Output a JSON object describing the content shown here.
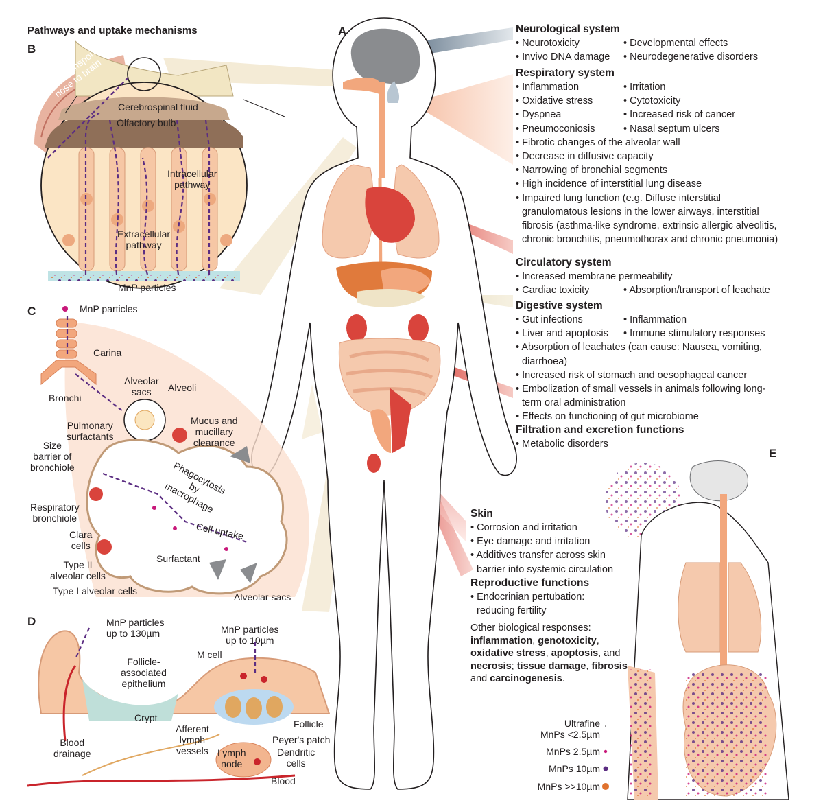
{
  "title": "Pathways and uptake mechanisms",
  "panels": {
    "a": "A",
    "b": "B",
    "c": "C",
    "d": "D",
    "e": "E"
  },
  "panel_b": {
    "nose_transport": [
      "MnP transport",
      "nose to brain"
    ],
    "csf": "Cerebrospinal fluid",
    "olfactory": "Olfactory bulb",
    "intracellular": [
      "Intracellular",
      "pathway"
    ],
    "extracellular": [
      "Extracellular",
      "pathway"
    ],
    "particles": "MnP particles"
  },
  "panel_c": {
    "particles": "MnP particles",
    "carina": "Carina",
    "bronchi": "Bronchi",
    "alveolar_sacs_top": [
      "Alveolar",
      "sacs"
    ],
    "alveoli": "Alveoli",
    "pulmonary": [
      "Pulmonary",
      "surfactants"
    ],
    "mucus": [
      "Mucus and",
      "mucillary",
      "clearance"
    ],
    "size_barrier": [
      "Size",
      "barrier of",
      "bronchiole"
    ],
    "phagocytosis": [
      "Phagocytosis",
      "by",
      "macrophage"
    ],
    "respiratory": [
      "Respiratory",
      "bronchiole"
    ],
    "clara": [
      "Clara",
      "cells"
    ],
    "cell_uptake": "Cell uptake",
    "surfactant": "Surfactant",
    "type2": [
      "Type II",
      "alveolar cells"
    ],
    "type1": "Type I alveolar cells",
    "alveolar_sacs_bottom": "Alveolar sacs"
  },
  "panel_d": {
    "particles130": [
      "MnP particles",
      "up to 130µm"
    ],
    "particles10": [
      "MnP particles",
      "up to 10µm"
    ],
    "mcell": "M cell",
    "fae": [
      "Follicle-",
      "associated",
      "epithelium"
    ],
    "crypt": "Crypt",
    "afferent": [
      "Afferent",
      "lymph",
      "vessels"
    ],
    "follicle": "Follicle",
    "peyer": "Peyer's patch",
    "blood_drainage": [
      "Blood",
      "drainage"
    ],
    "lymph_node": [
      "Lymph",
      "node"
    ],
    "dendritic": [
      "Dendritic",
      "cells"
    ],
    "blood": "Blood"
  },
  "systems": {
    "neuro": {
      "title": "Neurological system",
      "left": [
        "Neurotoxicity",
        "Invivo DNA damage"
      ],
      "right": [
        "Developmental effects",
        "Neurodegenerative disorders"
      ]
    },
    "resp": {
      "title": "Respiratory system",
      "left": [
        "Inflammation",
        "Oxidative stress",
        "Dyspnea",
        "Pneumoconiosis"
      ],
      "right": [
        "Irritation",
        "Cytotoxicity",
        "Increased risk of cancer",
        "Nasal septum ulcers"
      ],
      "full": [
        "Fibrotic changes of the alveolar wall",
        "Decrease in diffusive capacity",
        "Narrowing of bronchial segments",
        "High incidence of interstitial lung disease"
      ],
      "impaired": "Impaired lung function (e.g. Diffuse interstitial granulomatous lesions in the lower airways, interstitial fibrosis (asthma-like syndrome, extrinsic allergic alveolitis, chronic bronchitis, pneumothorax and chronic pneumonia)"
    },
    "circ": {
      "title": "Circulatory system",
      "first": "Increased membrane permeability",
      "left": "Cardiac toxicity",
      "right": "Absorption/transport of leachate"
    },
    "dig": {
      "title": "Digestive system",
      "left": [
        "Gut infections",
        "Liver and apoptosis"
      ],
      "right": [
        "Inflammation",
        "Immune stimulatory responses"
      ],
      "full": [
        "Absorption of leachates (can cause: Nausea, vomiting, diarrhoea)",
        "Increased risk of stomach and oesophageal cancer",
        "Embolization of small vessels in animals following long-term oral administration",
        "Effects on functioning of gut microbiome"
      ]
    },
    "filt": {
      "title": "Filtration and excretion functions",
      "items": [
        "Metabolic disorders"
      ]
    },
    "skin": {
      "title": "Skin",
      "items": [
        "Corrosion and irritation",
        "Eye damage and irritation",
        "Additives transfer across skin barrier into systemic circulation"
      ]
    },
    "repro": {
      "title": "Reproductive functions",
      "items": [
        "Endocrinian pertubation: reducing fertility"
      ]
    }
  },
  "other": {
    "intro": "Other biological responses:",
    "t1": "inflammation",
    "t2": "genotoxicity",
    "t3": "oxidative stress",
    "t4": "apoptosis",
    "and1": "and",
    "t5": "necrosis",
    "t6": "tissue damage",
    "t7": "fibrosis",
    "and2": "and",
    "t8": "carcinogenesis"
  },
  "legend": {
    "ultrafine": [
      "Ultrafine",
      "MnPs <2.5µm"
    ],
    "m25": "MnPs 2.5µm",
    "m10": "MnPs 10µm",
    "m10p": "MnPs >>10µm"
  },
  "colors": {
    "purple": "#5b2d82",
    "magenta": "#c8187a",
    "orange": "#e0722e",
    "red": "#c9242b",
    "skin": "#f5c9ad",
    "wedge": "#f1e6cc"
  }
}
